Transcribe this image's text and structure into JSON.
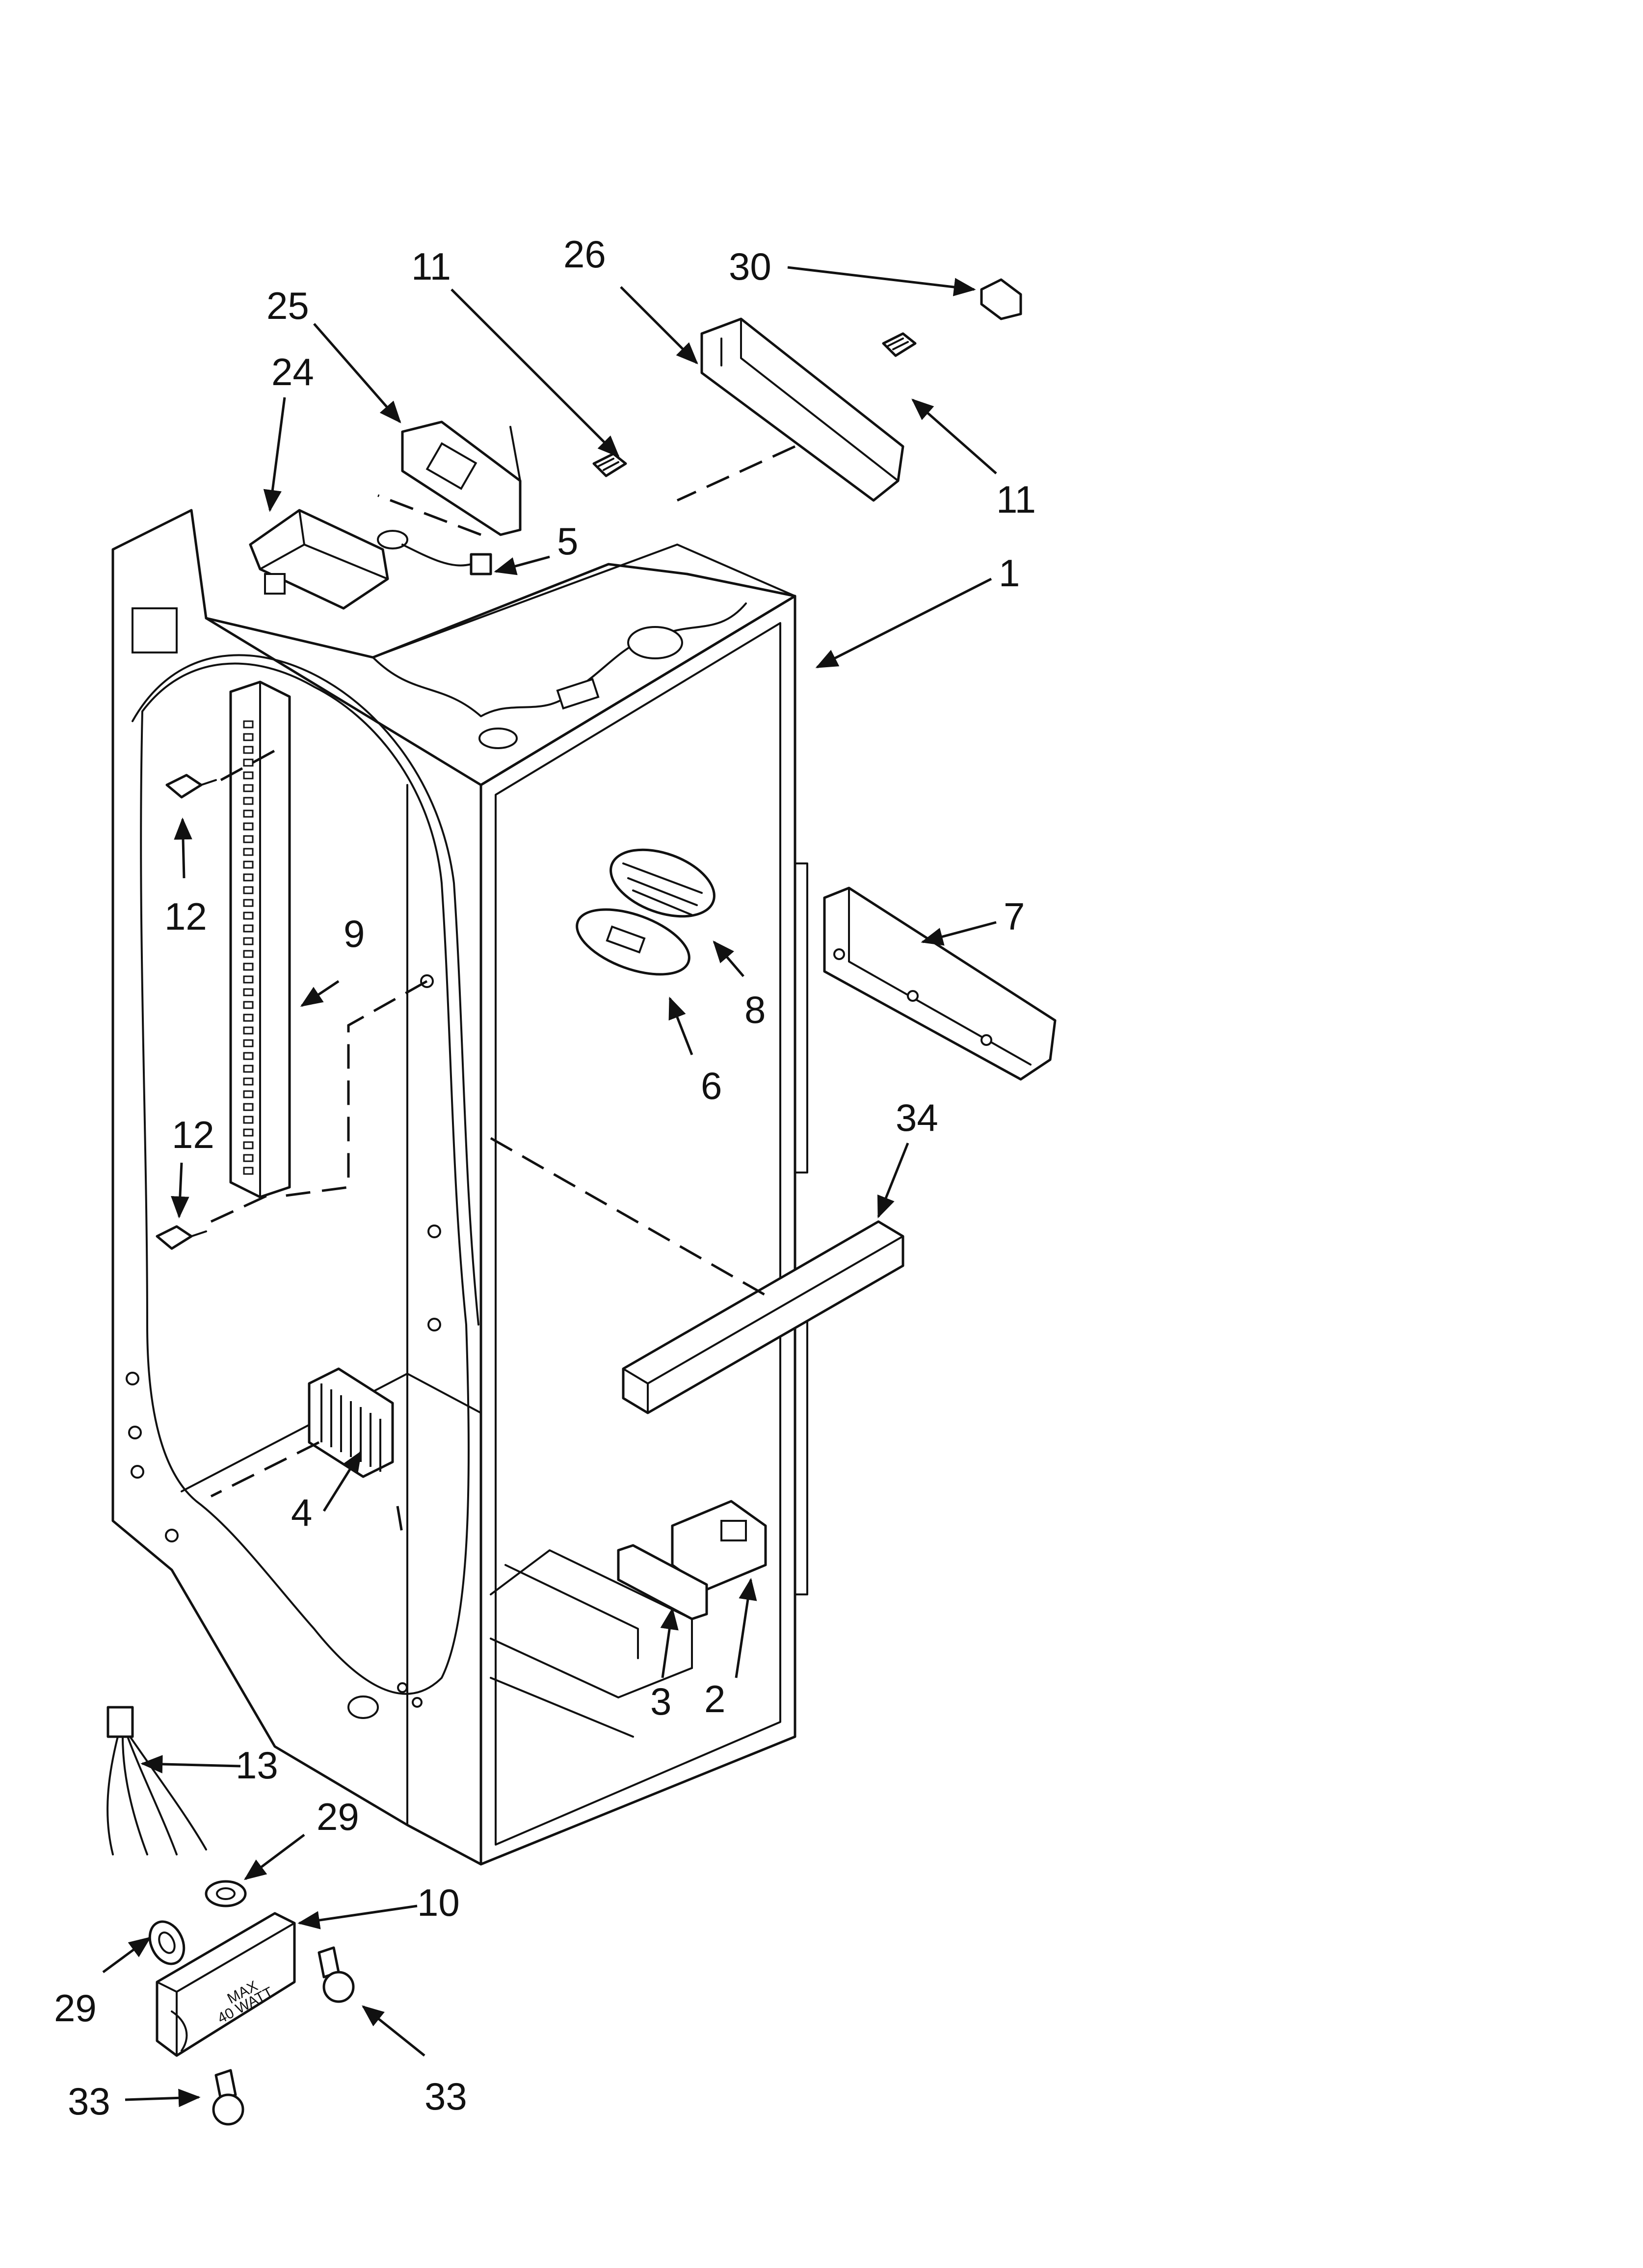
{
  "diagram": {
    "callouts": [
      {
        "id": "c1",
        "label": "1"
      },
      {
        "id": "c2",
        "label": "2"
      },
      {
        "id": "c3",
        "label": "3"
      },
      {
        "id": "c4",
        "label": "4"
      },
      {
        "id": "c5",
        "label": "5"
      },
      {
        "id": "c6",
        "label": "6"
      },
      {
        "id": "c7",
        "label": "7"
      },
      {
        "id": "c8",
        "label": "8"
      },
      {
        "id": "c9",
        "label": "9"
      },
      {
        "id": "c10",
        "label": "10"
      },
      {
        "id": "c11a",
        "label": "11"
      },
      {
        "id": "c11b",
        "label": "11"
      },
      {
        "id": "c12a",
        "label": "12"
      },
      {
        "id": "c12b",
        "label": "12"
      },
      {
        "id": "c13",
        "label": "13"
      },
      {
        "id": "c24",
        "label": "24"
      },
      {
        "id": "c25",
        "label": "25"
      },
      {
        "id": "c26",
        "label": "26"
      },
      {
        "id": "c29a",
        "label": "29"
      },
      {
        "id": "c29b",
        "label": "29"
      },
      {
        "id": "c30",
        "label": "30"
      },
      {
        "id": "c33a",
        "label": "33"
      },
      {
        "id": "c33b",
        "label": "33"
      },
      {
        "id": "c34",
        "label": "34"
      }
    ],
    "lamp_housing_text": [
      "MAX",
      "40 WATT"
    ]
  }
}
